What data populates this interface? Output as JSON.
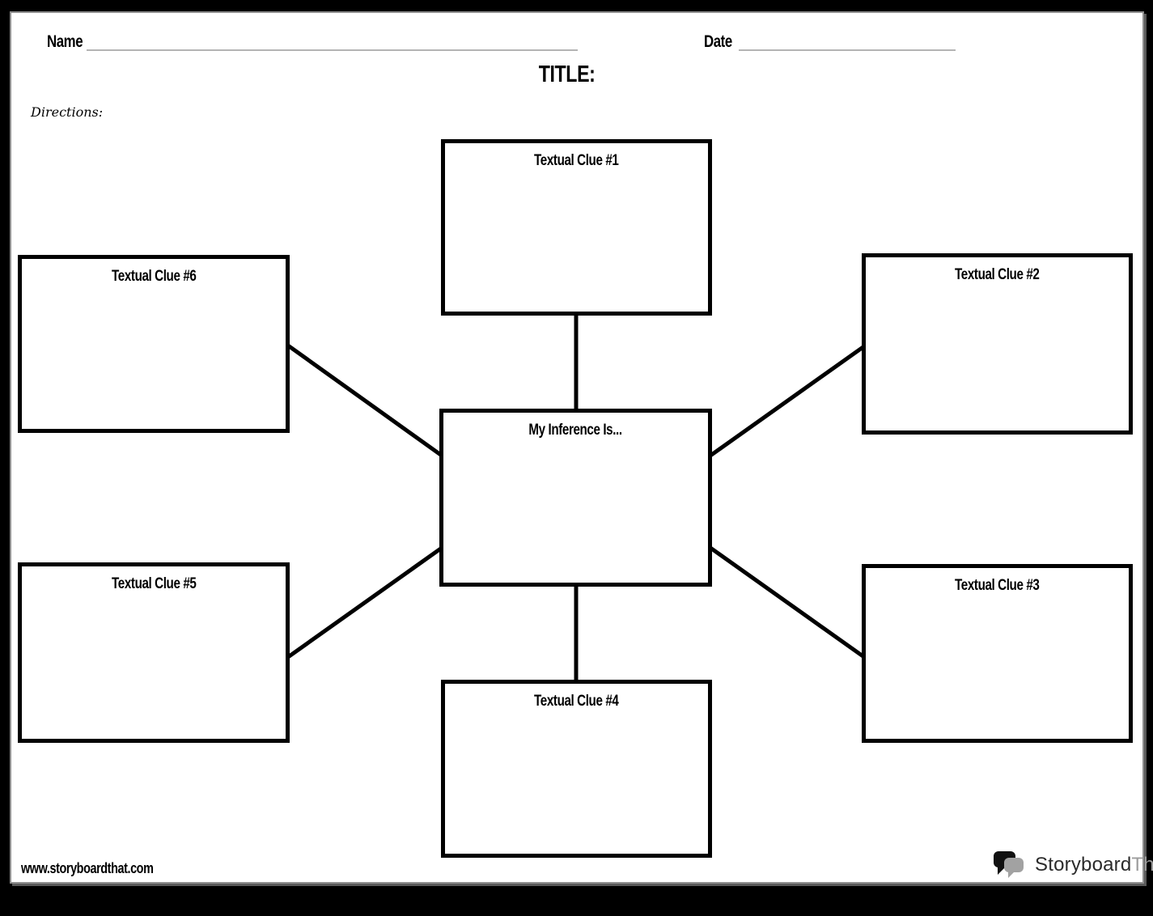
{
  "header": {
    "name_label": "Name",
    "date_label": "Date",
    "title": "TITLE:",
    "directions_label": "Directions:"
  },
  "diagram": {
    "center": {
      "label": "My Inference Is..."
    },
    "clues": [
      {
        "label": "Textual Clue #1"
      },
      {
        "label": "Textual Clue #2"
      },
      {
        "label": "Textual Clue #3"
      },
      {
        "label": "Textual Clue #4"
      },
      {
        "label": "Textual Clue #5"
      },
      {
        "label": "Textual Clue #6"
      }
    ]
  },
  "footer": {
    "website": "www.storyboardthat.com",
    "logo_text_primary": "Storyboard",
    "logo_text_secondary": "That"
  },
  "icons": {
    "logo_icon": "speech-bubbles-icon"
  },
  "colors": {
    "line_black": "#000000",
    "underline_gray": "#b4b4b4",
    "page_shadow_gray": "#8f8f8f",
    "logo_dark": "#2b2b2b",
    "logo_light_gray": "#9d9d9d",
    "bubble_gray": "#a2a2a2"
  }
}
